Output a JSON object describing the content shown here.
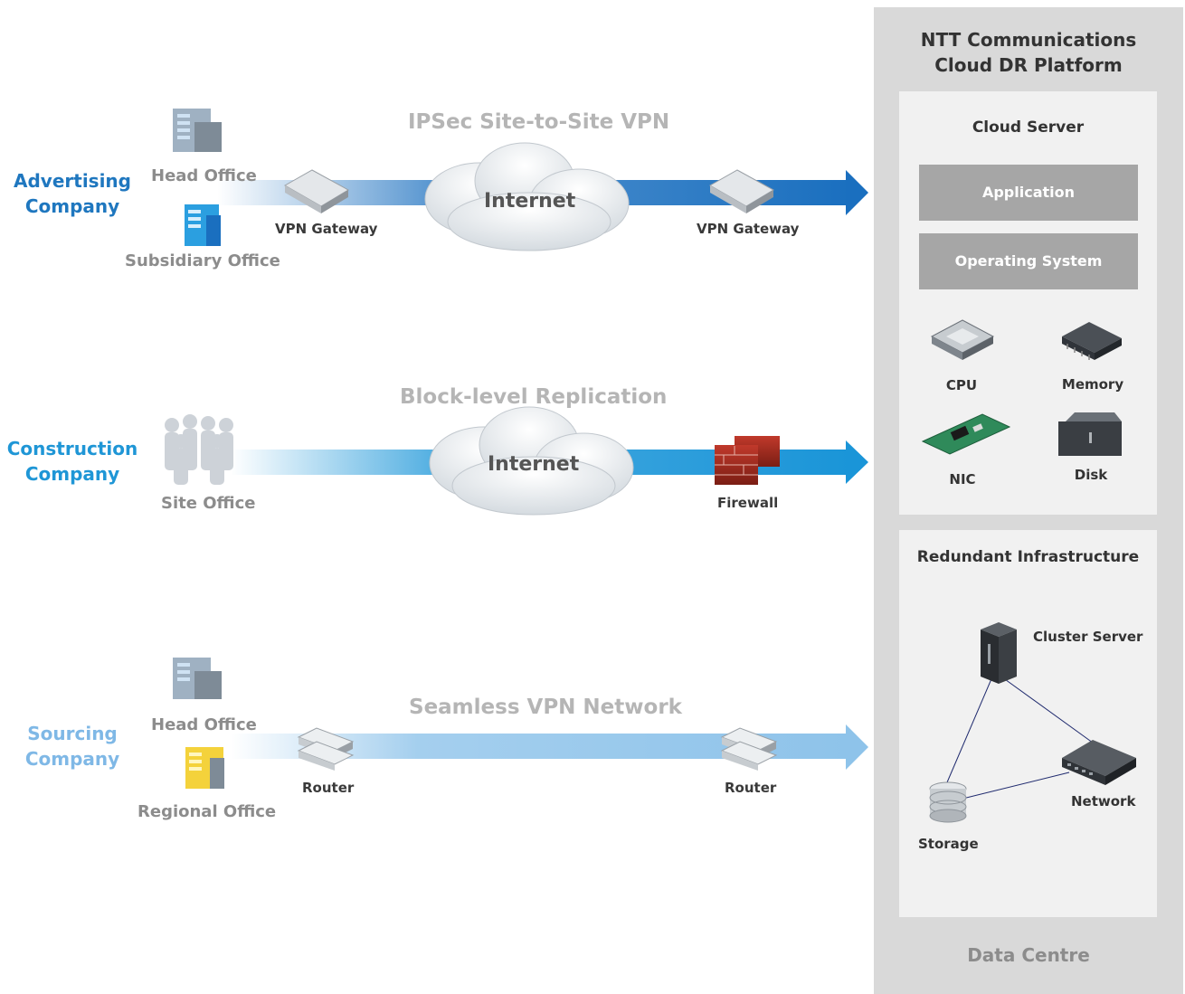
{
  "data_centre": {
    "title_line1": "NTT Communications",
    "title_line2": "Cloud DR Platform",
    "footer": "Data Centre",
    "cloud_server": {
      "title": "Cloud Server",
      "layers": [
        "Application",
        "Operating System"
      ],
      "components": [
        "CPU",
        "Memory",
        "NIC",
        "Disk"
      ]
    },
    "infrastructure": {
      "title": "Redundant Infrastructure",
      "nodes": [
        "Cluster Server",
        "Network",
        "Storage"
      ]
    }
  },
  "rows": [
    {
      "company_line1": "Advertising",
      "company_line2": "Company",
      "company_color": "#1f77bf",
      "title": "IPSec Site-to-Site VPN",
      "offices": [
        "Head Office",
        "Subsidiary Office"
      ],
      "cloud": "Internet",
      "left_device": "VPN Gateway",
      "right_device": "VPN Gateway",
      "arrow_color": "#1a6fbf"
    },
    {
      "company_line1": "Construction",
      "company_line2": "Company",
      "company_color": "#1f96d6",
      "title": "Block-level Replication",
      "offices": [
        "Site Office"
      ],
      "cloud": "Internet",
      "right_device": "Firewall",
      "arrow_color": "#1a95d8"
    },
    {
      "company_line1": "Sourcing",
      "company_line2": "Company",
      "company_color": "#7fb8e6",
      "title": "Seamless VPN Network",
      "offices": [
        "Head Office",
        "Regional Office"
      ],
      "left_device": "Router",
      "right_device": "Router",
      "arrow_color": "#8ec3ea"
    }
  ]
}
